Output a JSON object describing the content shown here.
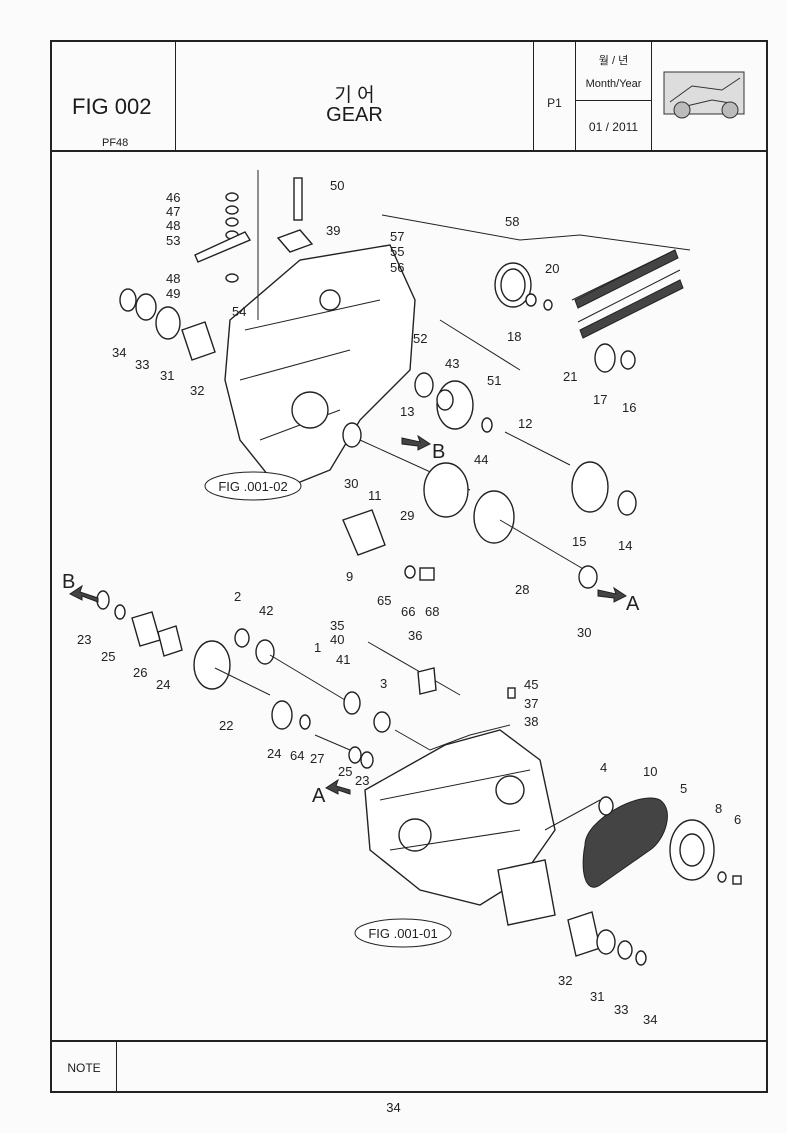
{
  "header": {
    "fig": "FIG 002",
    "code": "PF48",
    "title_ko": "기 어",
    "title_en": "GEAR",
    "page_ref": "P1",
    "date_ko": "월 / 년",
    "date_en": "Month/Year",
    "date_value": "01 / 2011"
  },
  "note_label": "NOTE",
  "page_number": "34",
  "refs": [
    "FIG .001-02",
    "FIG .001-01"
  ],
  "arrows": [
    "B",
    "A"
  ],
  "callouts": [
    "46",
    "47",
    "48",
    "53",
    "48",
    "49",
    "50",
    "39",
    "57",
    "55",
    "56",
    "54",
    "34",
    "33",
    "31",
    "32",
    "58",
    "20",
    "18",
    "52",
    "43",
    "13",
    "51",
    "21",
    "17",
    "16",
    "12",
    "44",
    "30",
    "11",
    "29",
    "15",
    "14",
    "9",
    "65",
    "66",
    "68",
    "28",
    "30",
    "2",
    "42",
    "35",
    "40",
    "41",
    "36",
    "23",
    "25",
    "26",
    "24",
    "1",
    "22",
    "3",
    "45",
    "37",
    "38",
    "24",
    "64",
    "27",
    "25",
    "23",
    "4",
    "10",
    "5",
    "8",
    "6",
    "32",
    "31",
    "33",
    "34"
  ]
}
